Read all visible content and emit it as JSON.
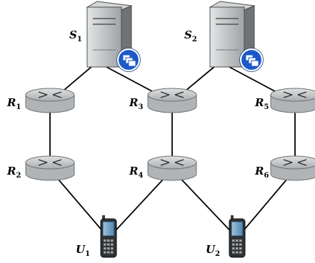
{
  "nodes": {
    "S1": {
      "base": "S",
      "sub": "1",
      "kind": "server"
    },
    "S2": {
      "base": "S",
      "sub": "2",
      "kind": "server"
    },
    "R1": {
      "base": "R",
      "sub": "1",
      "kind": "router"
    },
    "R2": {
      "base": "R",
      "sub": "2",
      "kind": "router"
    },
    "R3": {
      "base": "R",
      "sub": "3",
      "kind": "router"
    },
    "R4": {
      "base": "R",
      "sub": "4",
      "kind": "router"
    },
    "R5": {
      "base": "R",
      "sub": "5",
      "kind": "router"
    },
    "R6": {
      "base": "R",
      "sub": "6",
      "kind": "router"
    },
    "U1": {
      "base": "U",
      "sub": "1",
      "kind": "phone"
    },
    "U2": {
      "base": "U",
      "sub": "2",
      "kind": "phone"
    }
  },
  "edges": [
    [
      "S1",
      "R1"
    ],
    [
      "S1",
      "R3"
    ],
    [
      "S2",
      "R3"
    ],
    [
      "S2",
      "R5"
    ],
    [
      "R1",
      "R2"
    ],
    [
      "R3",
      "R4"
    ],
    [
      "R5",
      "R6"
    ],
    [
      "R2",
      "U1"
    ],
    [
      "R4",
      "U1"
    ],
    [
      "R4",
      "U2"
    ],
    [
      "R6",
      "U2"
    ]
  ],
  "colors": {
    "server_body": "#b9bcbd",
    "server_dark": "#6f7375",
    "router": "#c4c7c9",
    "badge": "#1c58c8",
    "phone": "#6ea3c9",
    "line": "#000000"
  }
}
